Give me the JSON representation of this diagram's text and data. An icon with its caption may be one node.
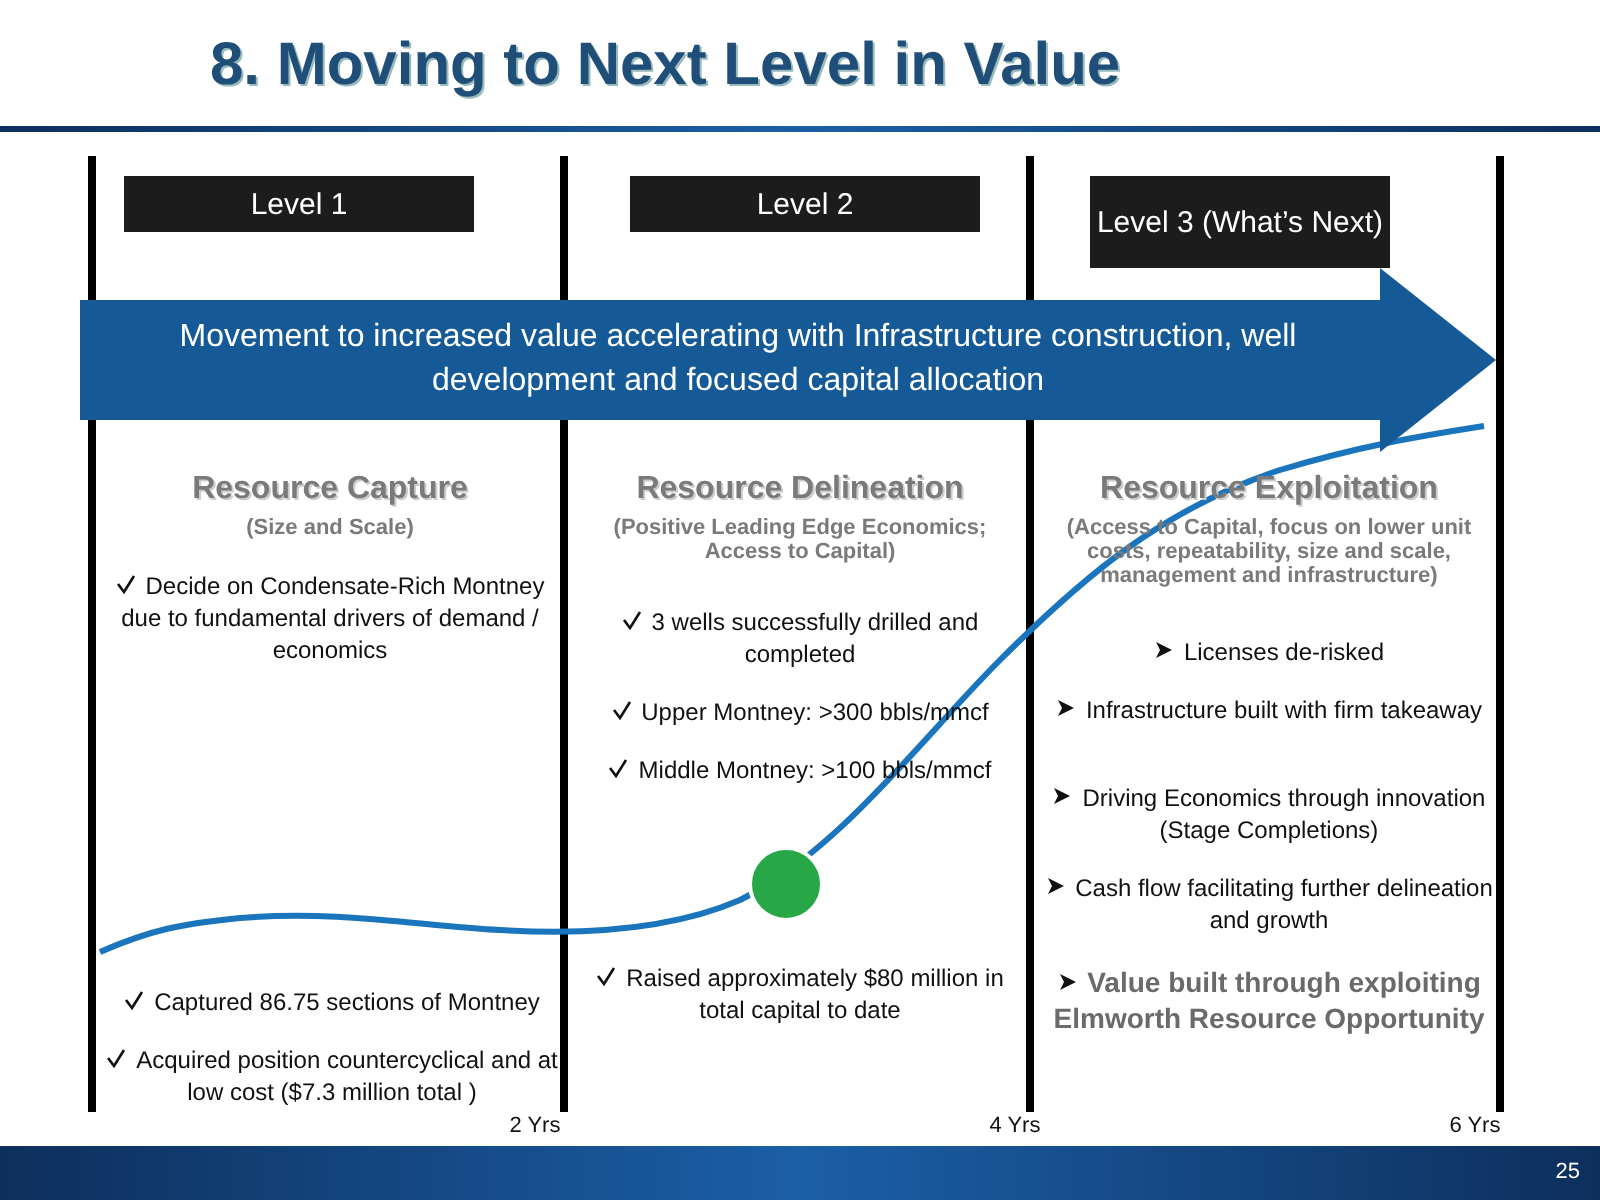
{
  "diagram": {
    "title": "8. Moving to Next Level in Value",
    "nodes": [
      {
        "text": [
          "Level 1"
        ]
      },
      {
        "text": [
          "Level 2"
        ]
      },
      {
        "text": [
          "Level 3 (What’s Next)"
        ]
      },
      {
        "text": [
          "Movement to increased value accelerating with Infrastructure construction, well development and focused capital allocation"
        ]
      },
      {
        "text": [],
        "shape": "circle"
      }
    ],
    "labels": [
      "Resource Capture",
      "(Size and Scale)",
      "Decide on Condensate-Rich Montney due to fundamental drivers of demand / economics",
      "Resource Delineation",
      "(Positive Leading Edge Economics; Access to Capital)",
      "3 wells successfully drilled and completed",
      "Upper Montney: >300 bbls/mmcf",
      "Middle Montney: >100 bbls/mmcf",
      "Resource Exploitation",
      "(Access to Capital, focus on lower unit costs, repeatability, size and scale, management and infrastructure)",
      "Licenses de-risked",
      "Infrastructure built with firm takeaway",
      "Driving Economics through innovation (Stage Completions)",
      "Cash flow facilitating further delineation and growth",
      "Value built through exploiting Elmworth Resource Opportunity",
      "Captured 86.75 sections of Montney",
      "Acquired position countercyclical and at low cost ($7.3 million total )",
      "Raised approximately $80 million in total capital to date",
      "2 Yrs",
      "4 Yrs",
      "6 Yrs",
      "25"
    ]
  }
}
